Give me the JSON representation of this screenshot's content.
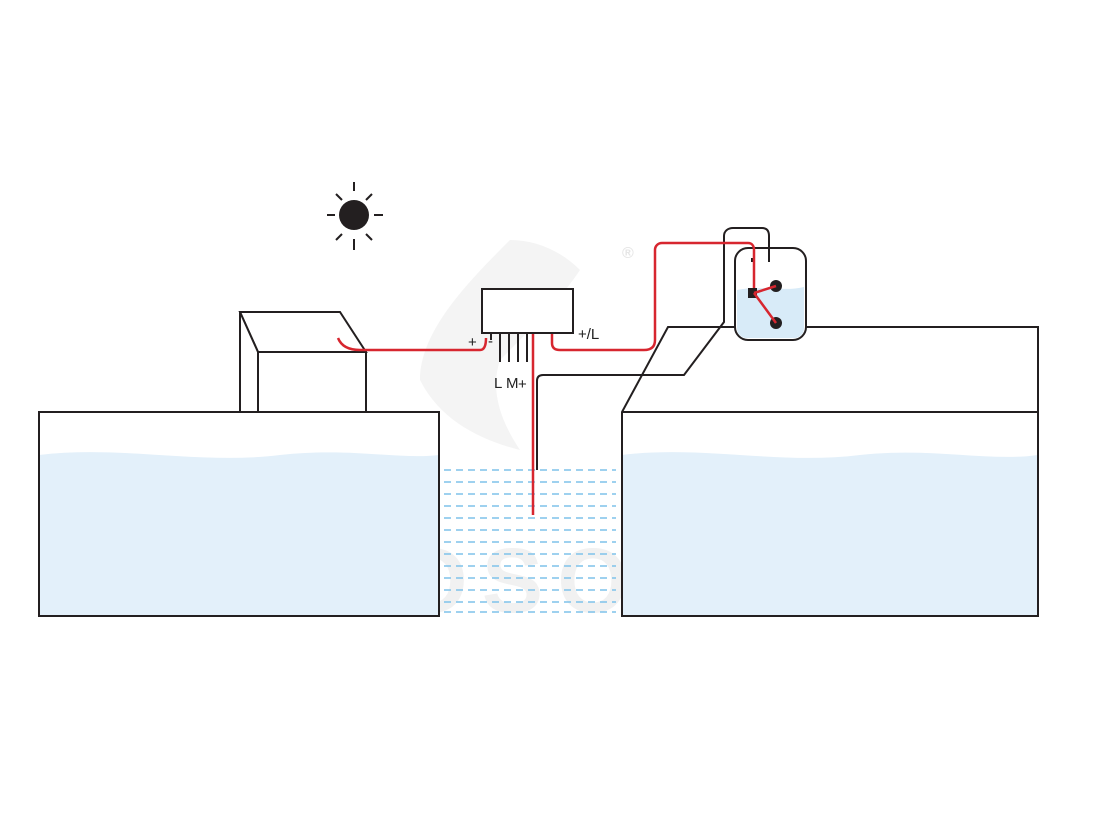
{
  "colors": {
    "wire_red": "#d7262f",
    "outline": "#231f20",
    "water_fill": "#e3f0fa",
    "water_dash": "#7fc2ea",
    "watermark": "#f1f1f1"
  },
  "icons": {
    "sun": "sun-icon",
    "controller": "controller-box",
    "float_switch": "float-switch-icon"
  },
  "watermark": {
    "text": "CAOSONG",
    "registered": "®"
  },
  "controller": {
    "left_plus": "+",
    "left_minus": "-",
    "probe_label_l": "L",
    "probe_label_m": "M",
    "probe_label_plus": "+",
    "right_terminal": "+/L"
  }
}
